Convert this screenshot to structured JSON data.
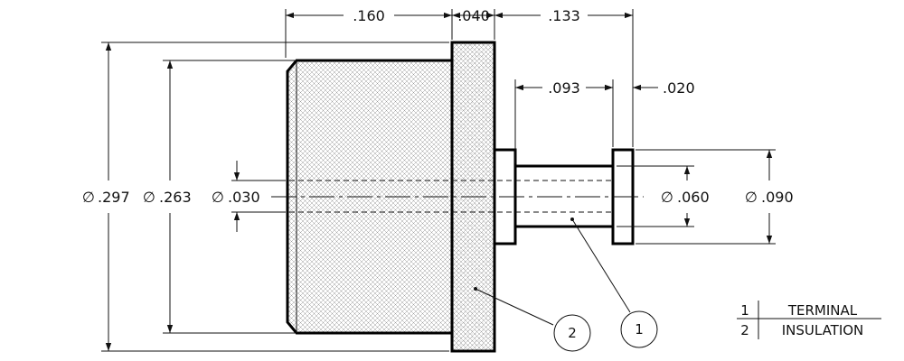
{
  "dimensions": {
    "len_body": ".160",
    "len_flange": ".040",
    "len_terminal": ".133",
    "len_shank": ".093",
    "len_head": ".020",
    "dia_flange": ".297",
    "dia_body": ".263",
    "dia_hole": ".030",
    "dia_shank": ".060",
    "dia_head": ".090",
    "diameter_symbol": "∅"
  },
  "balloons": [
    {
      "number": "2"
    },
    {
      "number": "1"
    }
  ],
  "bom": [
    {
      "item": "1",
      "description": "TERMINAL"
    },
    {
      "item": "2",
      "description": "INSULATION"
    }
  ]
}
